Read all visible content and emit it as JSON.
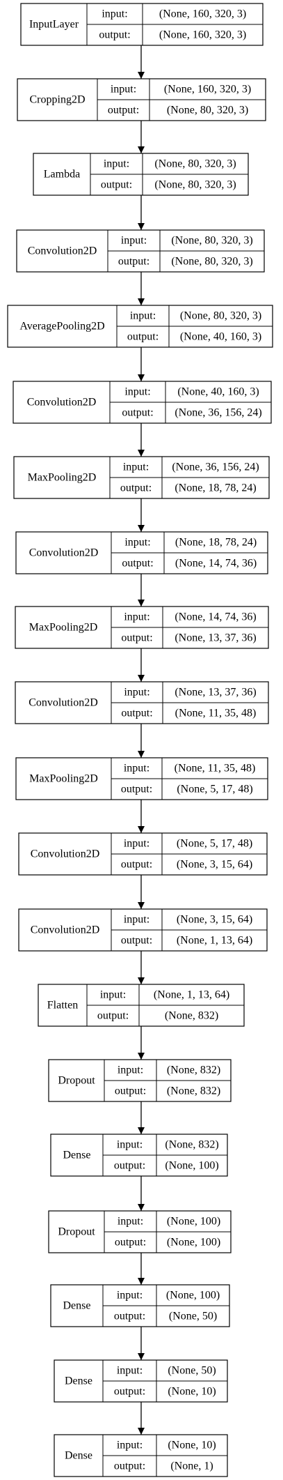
{
  "diagram": {
    "port_labels": {
      "input": "input:",
      "output": "output:"
    },
    "layers": [
      {
        "name": "InputLayer",
        "input": "(None, 160, 320, 3)",
        "output": "(None, 160, 320, 3)"
      },
      {
        "name": "Cropping2D",
        "input": "(None, 160, 320, 3)",
        "output": "(None, 80, 320, 3)"
      },
      {
        "name": "Lambda",
        "input": "(None, 80, 320, 3)",
        "output": "(None, 80, 320, 3)"
      },
      {
        "name": "Convolution2D",
        "input": "(None, 80, 320, 3)",
        "output": "(None, 80, 320, 3)"
      },
      {
        "name": "AveragePooling2D",
        "input": "(None, 80, 320, 3)",
        "output": "(None, 40, 160, 3)"
      },
      {
        "name": "Convolution2D",
        "input": "(None, 40, 160, 3)",
        "output": "(None, 36, 156, 24)"
      },
      {
        "name": "MaxPooling2D",
        "input": "(None, 36, 156, 24)",
        "output": "(None, 18, 78, 24)"
      },
      {
        "name": "Convolution2D",
        "input": "(None, 18, 78, 24)",
        "output": "(None, 14, 74, 36)"
      },
      {
        "name": "MaxPooling2D",
        "input": "(None, 14, 74, 36)",
        "output": "(None, 13, 37, 36)"
      },
      {
        "name": "Convolution2D",
        "input": "(None, 13, 37, 36)",
        "output": "(None, 11, 35, 48)"
      },
      {
        "name": "MaxPooling2D",
        "input": "(None, 11, 35, 48)",
        "output": "(None, 5, 17, 48)"
      },
      {
        "name": "Convolution2D",
        "input": "(None, 5, 17, 48)",
        "output": "(None, 3, 15, 64)"
      },
      {
        "name": "Convolution2D",
        "input": "(None, 3, 15, 64)",
        "output": "(None, 1, 13, 64)"
      },
      {
        "name": "Flatten",
        "input": "(None, 1, 13, 64)",
        "output": "(None, 832)"
      },
      {
        "name": "Dropout",
        "input": "(None, 832)",
        "output": "(None, 832)"
      },
      {
        "name": "Dense",
        "input": "(None, 832)",
        "output": "(None, 100)"
      },
      {
        "name": "Dropout",
        "input": "(None, 100)",
        "output": "(None, 100)"
      },
      {
        "name": "Dense",
        "input": "(None, 100)",
        "output": "(None, 50)"
      },
      {
        "name": "Dense",
        "input": "(None, 50)",
        "output": "(None, 10)"
      },
      {
        "name": "Dense",
        "input": "(None, 10)",
        "output": "(None, 1)"
      }
    ]
  }
}
